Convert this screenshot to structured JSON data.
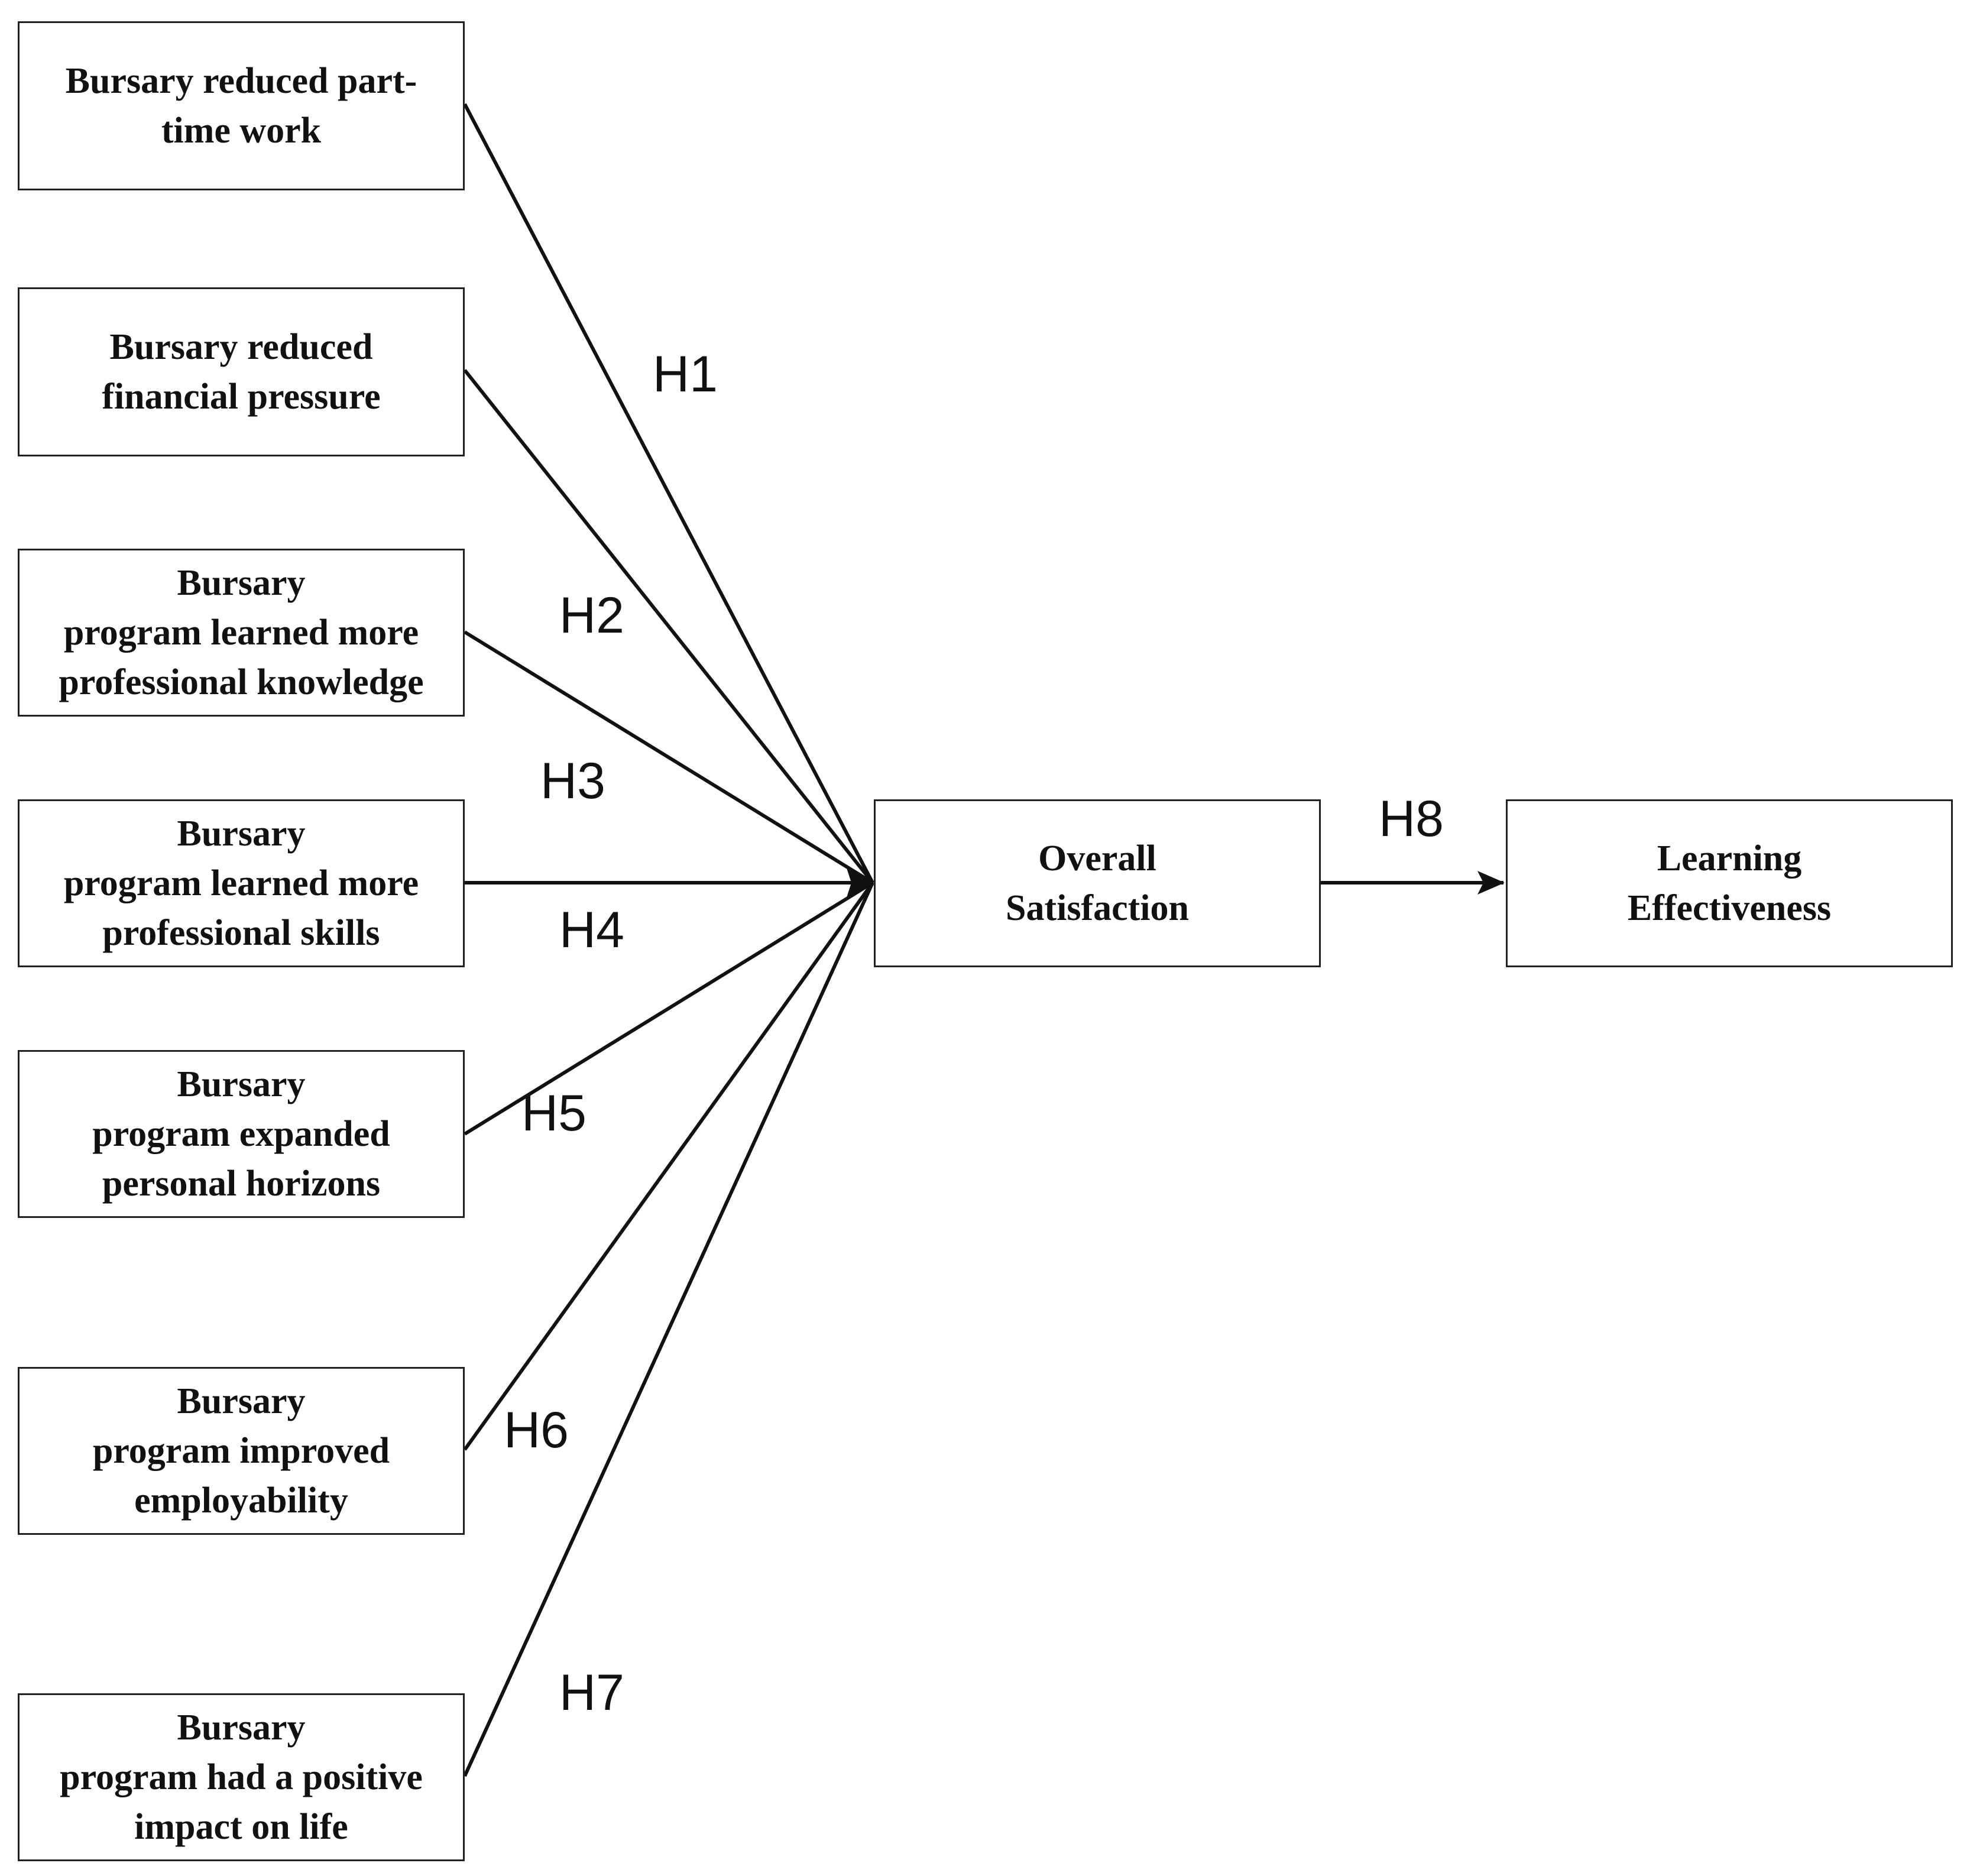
{
  "diagram": {
    "nodes": {
      "part_time_work": {
        "label": "Bursary reduced part-\ntime work"
      },
      "financial_pressure": {
        "label": "Bursary reduced\nfinancial pressure"
      },
      "professional_knowledge": {
        "label": "Bursary\nprogram learned more\nprofessional knowledge"
      },
      "professional_skills": {
        "label": "Bursary\nprogram learned more\nprofessional skills"
      },
      "personal_horizons": {
        "label": "Bursary\nprogram expanded\npersonal horizons"
      },
      "employability": {
        "label": "Bursary\nprogram improved\nemployability"
      },
      "positive_impact": {
        "label": "Bursary\nprogram had a positive\nimpact on life"
      },
      "overall_satisfaction": {
        "label": "Overall\nSatisfaction"
      },
      "learning_effectiveness": {
        "label": "Learning\nEffectiveness"
      }
    },
    "edges": [
      {
        "from": "part_time_work",
        "to": "overall_satisfaction",
        "label": "H1"
      },
      {
        "from": "financial_pressure",
        "to": "overall_satisfaction",
        "label": "H2"
      },
      {
        "from": "professional_knowledge",
        "to": "overall_satisfaction",
        "label": "H3"
      },
      {
        "from": "professional_skills",
        "to": "overall_satisfaction",
        "label": "H4"
      },
      {
        "from": "personal_horizons",
        "to": "overall_satisfaction",
        "label": "H5"
      },
      {
        "from": "employability",
        "to": "overall_satisfaction",
        "label": "H6"
      },
      {
        "from": "positive_impact",
        "to": "overall_satisfaction",
        "label": "H7"
      },
      {
        "from": "overall_satisfaction",
        "to": "learning_effectiveness",
        "label": "H8"
      }
    ]
  }
}
